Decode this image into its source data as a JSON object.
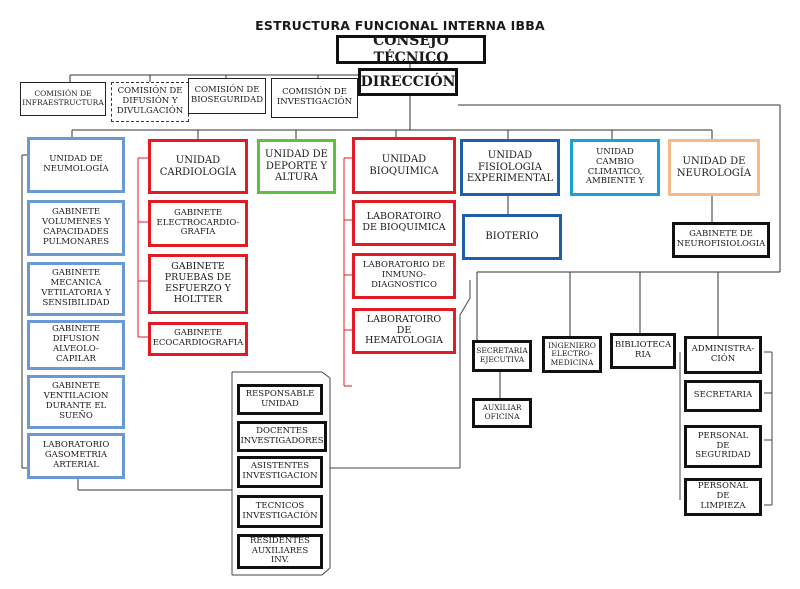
{
  "title": "ESTRUCTURA  FUNCIONAL INTERNA IBBA",
  "consejo": "CONSEJO  TÉCNICO",
  "direccion": "DIRECCIÓN",
  "comisiones": {
    "infraestructura": "COMISIÓN DE INFRAESTRUCTURA",
    "difusion": "COMISIÓN DE DIFUSIÓN Y DIVULGACIÓN",
    "bioseguridad": "COMISIÓN DE BIOSEGURIDAD",
    "investigacion": "COMISIÓN DE INVESTIGACIÓN"
  },
  "units": {
    "neumologia": "UNIDAD DE NEUMOLOGÍA",
    "cardiologia": "UNIDAD CARDIOLOGÍA",
    "deporte": "UNIDAD DE DEPORTE Y ALTURA",
    "bioquimica": "UNIDAD BIOQUIMICA",
    "fisiologia": "UNIDAD FISIOLOGIA EXPERIMENTAL",
    "cambio": "UNIDAD CAMBIO CLIMATICO, AMBIENTE Y",
    "neurologia": "UNIDAD DE NEUROLOGÍA"
  },
  "neumologia_items": [
    "GABINETE VOLUMENES Y CAPACIDADES PULMONARES",
    "GABINETE MECANICA VETILATORIA Y SENSIBILIDAD",
    "GABINETE DIFUSION ALVEOLO-CAPILAR",
    "GABINETE VENTILACION DURANTE EL SUEÑO",
    "LABORATORIO GASOMETRIA ARTERIAL"
  ],
  "cardiologia_items": [
    "GABINETE ELECTROCARDIO-GRAFIA",
    "GABINETE PRUEBAS DE ESFUERZO Y HOLTTER",
    "GABINETE ECOCARDIOGRAFIA"
  ],
  "bioquimica_items": [
    "LABORATOIRO DE BIOQUIMICA",
    "LABORATORIO DE INMUNO-DIAGNOSTICO",
    "LABORATOIRO DE HEMATOLOGIA"
  ],
  "bioterio": "BIOTERIO",
  "neurofisiologia": "GABINETE DE NEUROFISIOLOGIA",
  "staff": [
    "RESPONSABLE UNIDAD",
    "DOCENTES INVESTIGADORES",
    "ASISTENTES INVESTIGACION",
    "TECNICOS INVESTIGACIÓN",
    "RESIDENTES AUXILIARES INV."
  ],
  "support": {
    "secretaria_ejecutiva": "SECRETARIA EJECUTIVA",
    "auxiliar": "AUXILIAR OFICINA",
    "ingeniero": "INGENIERO ELECTRO-MEDICINA",
    "biblioteca": "BIBLIOTECA RIA"
  },
  "admin": [
    "ADMINISTRA-CIÓN",
    "SECRETARIA",
    "PERSONAL DE SEGURIDAD",
    "PERSONAL DE LIMPIEZA"
  ],
  "colors": {
    "neumologia": "#6a9ad4",
    "cardiologia": "#e01b24",
    "deporte": "#5cc040",
    "bioquimica": "#e01b24",
    "fisiologia": "#1f5fa8",
    "cambio": "#19a0d8",
    "neurologia": "#f5b98a"
  }
}
